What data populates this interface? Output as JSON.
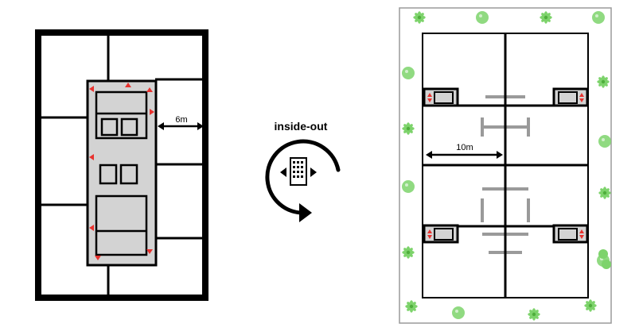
{
  "labels": {
    "core_width": "6m",
    "concept": "inside-out",
    "perimeter_depth": "10m"
  },
  "colors": {
    "wall": "#000000",
    "core_fill": "#d3d3d3",
    "arrow": "#e8322e",
    "ghost": "#9a9a9a",
    "tree": "#7dd36b",
    "frame": "#9a9a9a"
  },
  "icons": [
    "building-icon",
    "rotate-arrow-icon",
    "tree-icon"
  ]
}
